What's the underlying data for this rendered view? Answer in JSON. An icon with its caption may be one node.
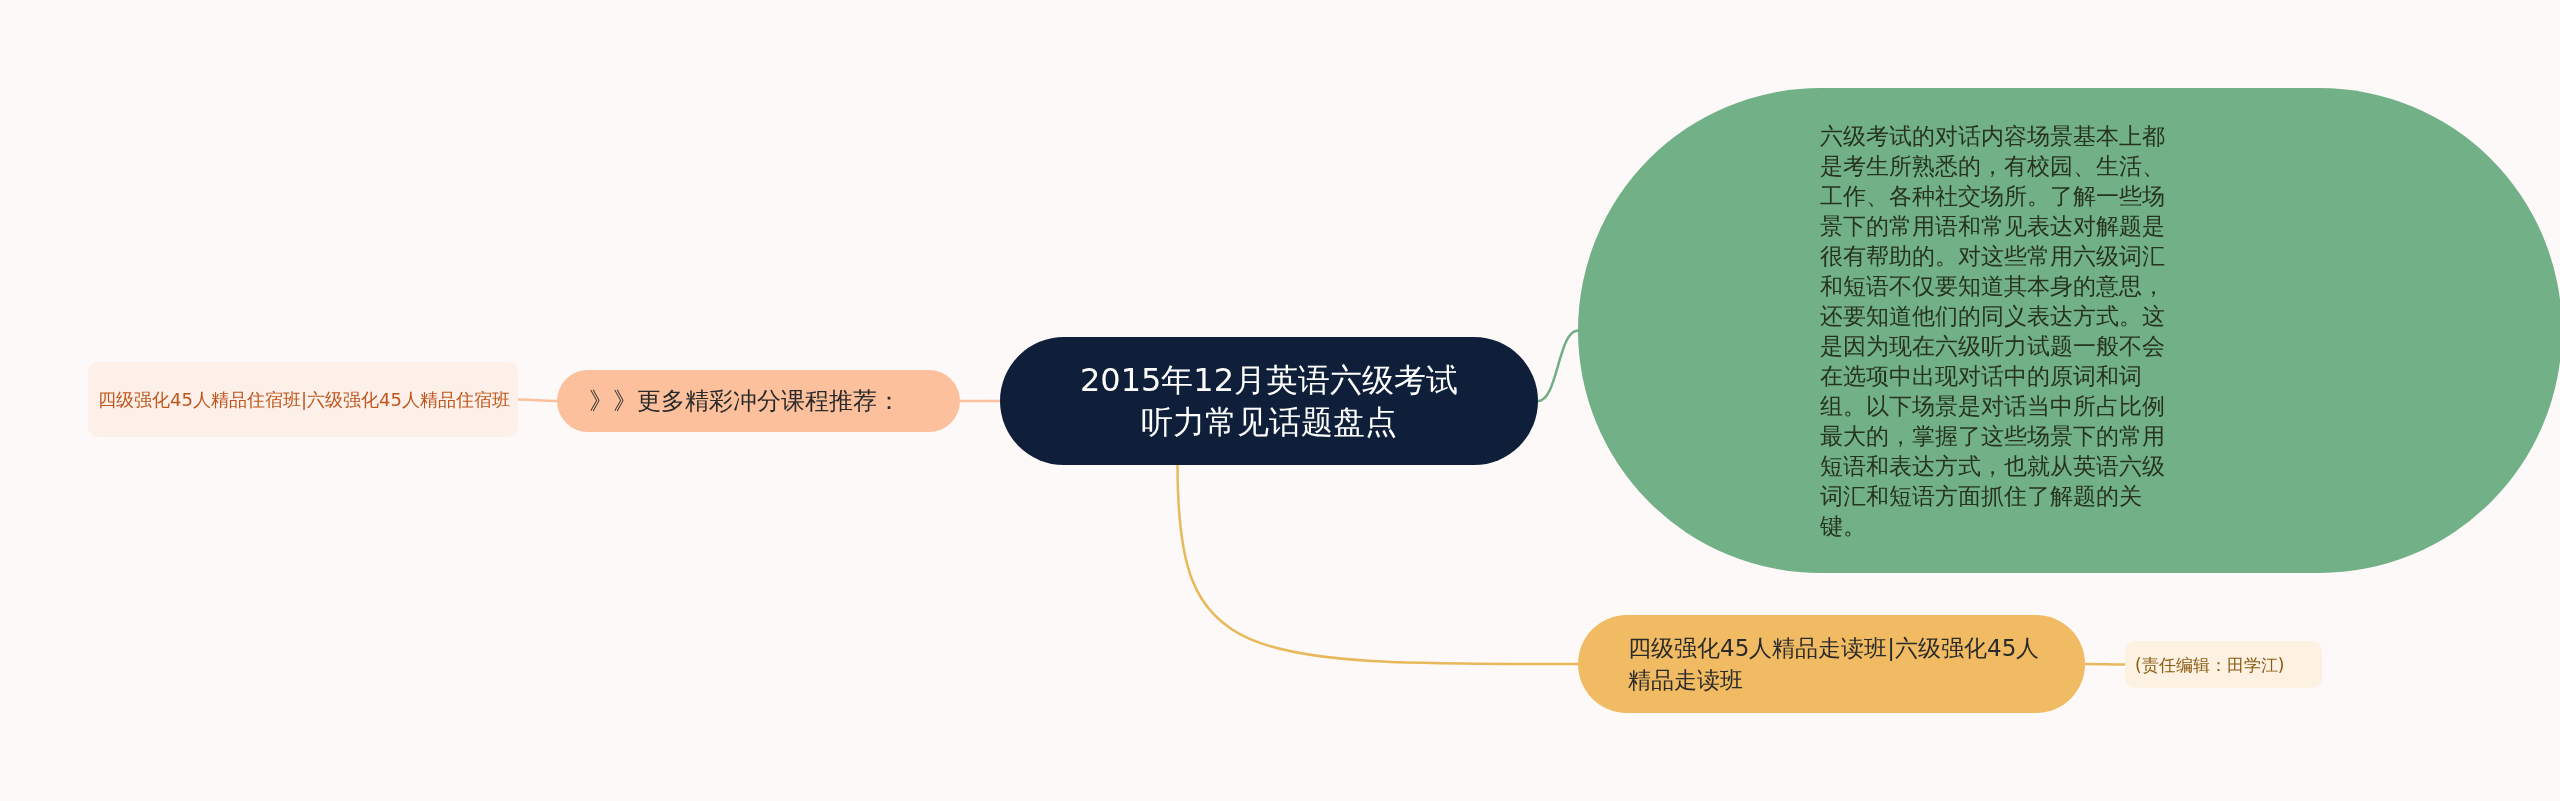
{
  "diagram": {
    "nodes": [
      {
        "text": [
          "2015年12月英语六级考试听力常见话题盘点"
        ]
      },
      {
        "text": [
          "六级考试的对话内容场景基本上都是考生所熟悉的，有校园、生活、工作、各种社交场所。了解一些场景下的常用语和常见表达对解题是很有帮助的。对这些常用六级词汇和短语不仅要知道其本身的意思，还要知道他们的同义表达方式。这是因为现在六级听力试题一般不会在选项中出现对话中的原词和词组。以下场景是对话当中所占比例最大的，掌握了这些场景下的常用短语和表达方式，也就从英语六级词汇和短语方面抓住了解题的关键。"
        ]
      },
      {
        "text": [
          "》》更多精彩冲分课程推荐："
        ]
      },
      {
        "text": [
          "四级强化45人精品住宿班|六级强化45人精品住宿班"
        ]
      },
      {
        "text": [
          "四级强化45人精品走读班|六级强化45人精品走读班"
        ]
      },
      {
        "text": [
          "(责任编辑：田学江)"
        ]
      }
    ],
    "edges": [
      {
        "from": 0,
        "to": 1,
        "arrow": "none",
        "color": "#6fae84"
      },
      {
        "from": 0,
        "to": 2,
        "arrow": "none",
        "color": "#fcc09c"
      },
      {
        "from": 2,
        "to": 3,
        "arrow": "none",
        "color": "#fcc09c"
      },
      {
        "from": 0,
        "to": 4,
        "arrow": "none",
        "color": "#e8b95a"
      },
      {
        "from": 4,
        "to": 5,
        "arrow": "none",
        "color": "#e8b95a"
      }
    ]
  }
}
